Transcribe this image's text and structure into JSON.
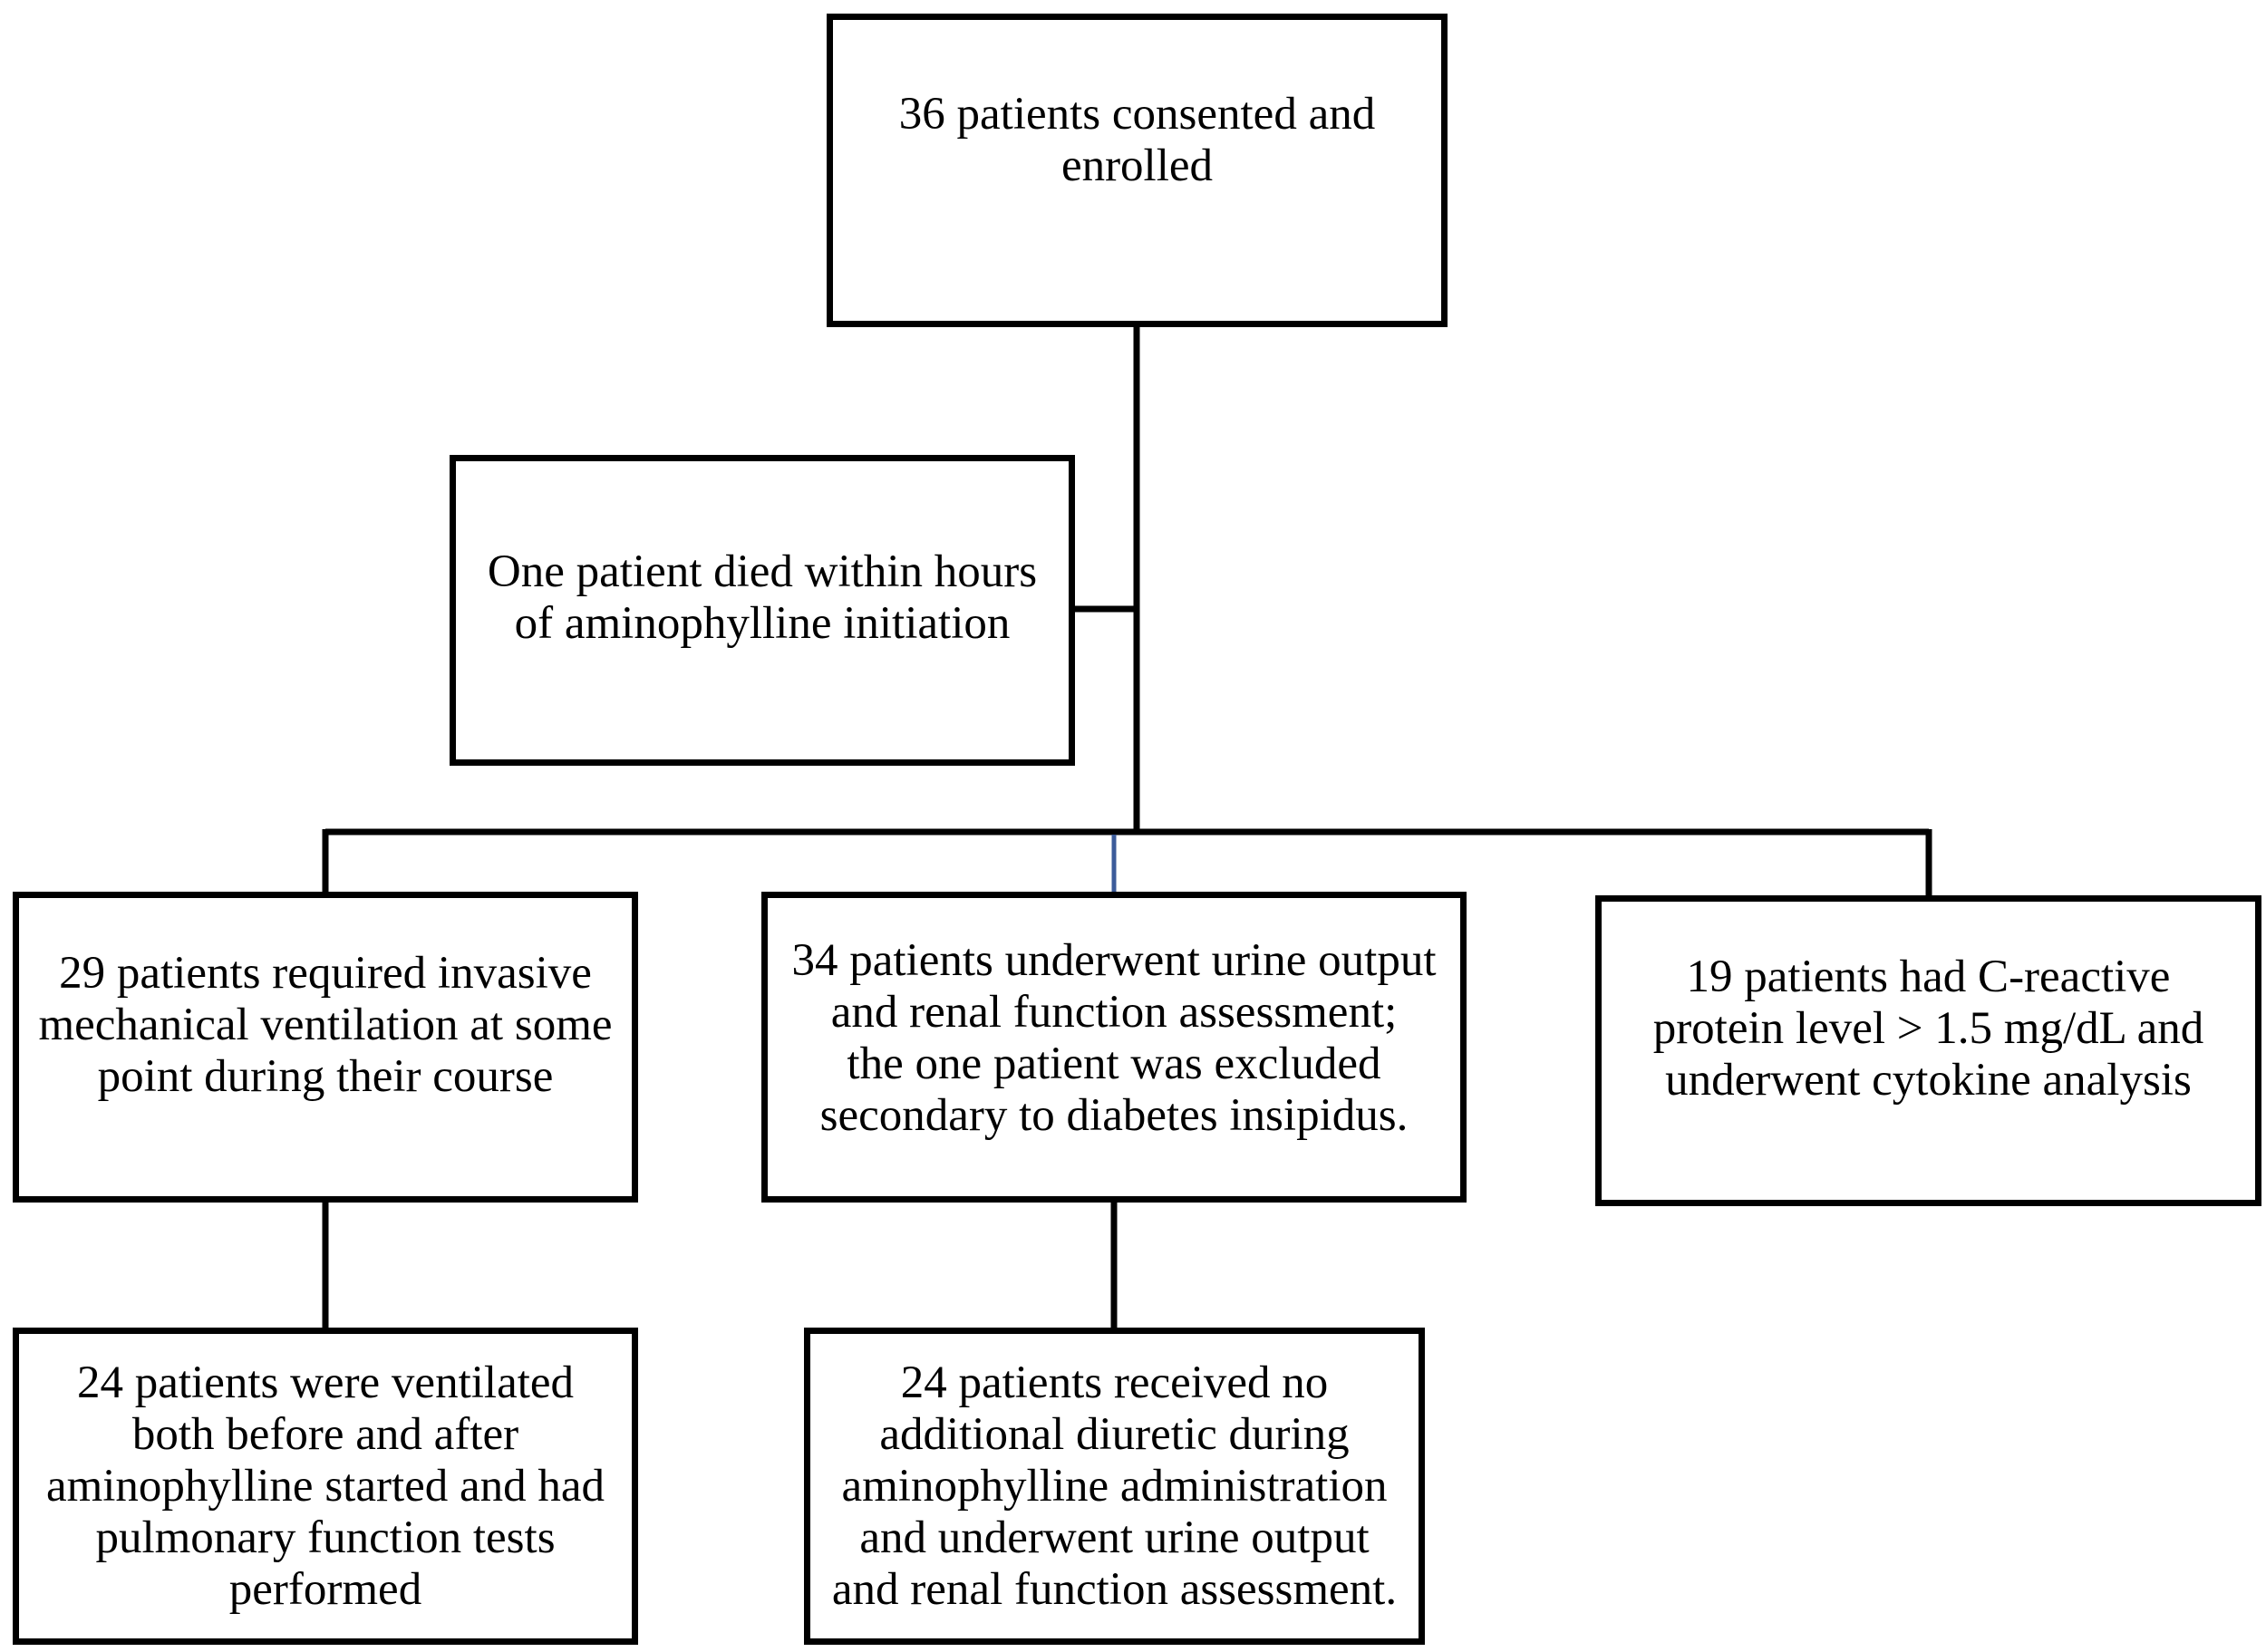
{
  "flowchart": {
    "enrolled": "36 patients consented and\nenrolled",
    "died": "One patient died within hours\nof aminophylline initiation",
    "ventilation": "29 patients required invasive\nmechanical ventilation at some\npoint during their course",
    "renal": "34 patients underwent urine output\nand renal function assessment;\nthe one patient was excluded\nsecondary to diabetes insipidus.",
    "crp": "19 patients had C-reactive\nprotein level > 1.5 mg/dL and\nunderwent cytokine analysis",
    "pft": "24 patients were ventilated\nboth before and after\naminophylline started and had\npulmonary function tests\nperformed",
    "diuretic": "24 patients received no\nadditional diuretic during\naminophylline administration\nand underwent urine output\nand renal function assessment."
  },
  "colors": {
    "stroke": "#000000",
    "accent_connector": "#3b5b9a"
  }
}
